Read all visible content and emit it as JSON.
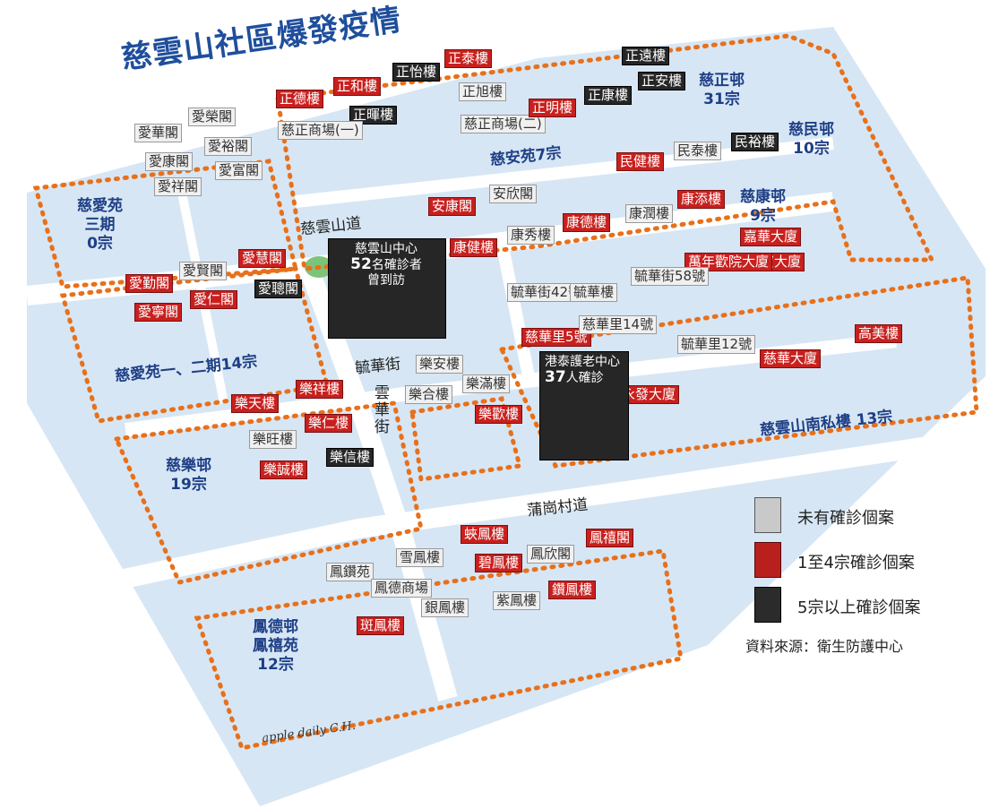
{
  "title": "慈雲山社區爆發疫情",
  "colors": {
    "ground": "#d6e6f4",
    "road": "#ffffff",
    "dot": "#e8701a",
    "grey": "#c9c9c9",
    "red": "#b8201e",
    "black": "#2b2b2b",
    "park": "#7cc47a"
  },
  "estates": [
    {
      "id": "tsz-ching",
      "lines": [
        "慈正邨",
        "31宗"
      ]
    },
    {
      "id": "tsz-man",
      "lines": [
        "慈民邨",
        "10宗"
      ]
    },
    {
      "id": "tsz-oi-3",
      "lines": [
        "慈愛苑",
        "三期",
        "0宗"
      ]
    },
    {
      "id": "tsz-oi-12",
      "lines": [
        "慈愛苑一、二期14宗"
      ]
    },
    {
      "id": "tsz-on",
      "lines": [
        "慈安苑7宗"
      ]
    },
    {
      "id": "tsz-hong",
      "lines": [
        "慈康邨",
        "9宗"
      ]
    },
    {
      "id": "tsz-lok",
      "lines": [
        "慈樂邨",
        "19宗"
      ]
    },
    {
      "id": "south-private",
      "lines": [
        "慈雲山南私樓 13宗"
      ]
    },
    {
      "id": "fung-tak",
      "lines": [
        "鳳德邨",
        "鳳禧苑",
        "12宗"
      ]
    }
  ],
  "streets": {
    "tsz_wan_shan_road": "慈雲山道",
    "yuk_wah_street": "毓華街",
    "wan_wah_street": "雲華街",
    "po_kong_village_road": "蒲崗村道"
  },
  "centers": [
    {
      "id": "tsz-wan-shan-centre",
      "line1": "慈雲山中心",
      "count": "52",
      "line2": "名確診者",
      "line3": "曾到訪"
    },
    {
      "id": "kong-tai-home",
      "line1": "港泰護老中心",
      "count": "37",
      "line2": "人確診"
    }
  ],
  "legend": [
    {
      "label": "未有確診個案",
      "color": "grey"
    },
    {
      "label": "1至4宗確診個案",
      "color": "red"
    },
    {
      "label": "5宗以上確診個案",
      "color": "black"
    }
  ],
  "source": "資料來源：衛生防護中心",
  "signature": "apple daily C.H.",
  "buildings": [
    {
      "name": "愛華閣",
      "c": "grey"
    },
    {
      "name": "愛榮閣",
      "c": "grey"
    },
    {
      "name": "愛康閣",
      "c": "grey"
    },
    {
      "name": "愛裕閣",
      "c": "grey"
    },
    {
      "name": "愛祥閣",
      "c": "grey"
    },
    {
      "name": "愛富閣",
      "c": "grey"
    },
    {
      "name": "正德樓",
      "c": "red"
    },
    {
      "name": "正和樓",
      "c": "red"
    },
    {
      "name": "正怡樓",
      "c": "black"
    },
    {
      "name": "正泰樓",
      "c": "red"
    },
    {
      "name": "正暉樓",
      "c": "black"
    },
    {
      "name": "正旭樓",
      "c": "grey"
    },
    {
      "name": "慈正商場(一)",
      "c": "grey"
    },
    {
      "name": "慈正商場(二)",
      "c": "grey"
    },
    {
      "name": "正遠樓",
      "c": "black"
    },
    {
      "name": "正康樓",
      "c": "black"
    },
    {
      "name": "正安樓",
      "c": "black"
    },
    {
      "name": "正明樓",
      "c": "red"
    },
    {
      "name": "民健樓",
      "c": "red"
    },
    {
      "name": "民泰樓",
      "c": "grey"
    },
    {
      "name": "民裕樓",
      "c": "black"
    },
    {
      "name": "安康閣",
      "c": "red"
    },
    {
      "name": "安欣閣",
      "c": "grey"
    },
    {
      "name": "康健樓",
      "c": "red"
    },
    {
      "name": "康秀樓",
      "c": "grey"
    },
    {
      "name": "康德樓",
      "c": "red"
    },
    {
      "name": "康潤樓",
      "c": "grey"
    },
    {
      "name": "康添樓",
      "c": "red"
    },
    {
      "name": "嘉華大廈",
      "c": "red"
    },
    {
      "name": "萬寶大廈",
      "c": "red"
    },
    {
      "name": "萬年歡院大廈",
      "c": "red"
    },
    {
      "name": "愛勤閣",
      "c": "red"
    },
    {
      "name": "愛賢閣",
      "c": "grey"
    },
    {
      "name": "愛慧閣",
      "c": "red"
    },
    {
      "name": "愛寧閣",
      "c": "red"
    },
    {
      "name": "愛仁閣",
      "c": "red"
    },
    {
      "name": "愛聰閣",
      "c": "black"
    },
    {
      "name": "毓華街42號",
      "c": "grey"
    },
    {
      "name": "毓華樓",
      "c": "grey"
    },
    {
      "name": "毓華街58號",
      "c": "grey"
    },
    {
      "name": "慈華里5號",
      "c": "red"
    },
    {
      "name": "慈華里14號",
      "c": "grey"
    },
    {
      "name": "毓華里12號",
      "c": "grey"
    },
    {
      "name": "慈華大廈",
      "c": "red"
    },
    {
      "name": "高美樓",
      "c": "red"
    },
    {
      "name": "永發大廈",
      "c": "red"
    },
    {
      "name": "樂安樓",
      "c": "grey"
    },
    {
      "name": "樂合樓",
      "c": "grey"
    },
    {
      "name": "樂滿樓",
      "c": "grey"
    },
    {
      "name": "樂歡樓",
      "c": "red"
    },
    {
      "name": "樂天樓",
      "c": "red"
    },
    {
      "name": "樂祥樓",
      "c": "red"
    },
    {
      "name": "樂旺樓",
      "c": "grey"
    },
    {
      "name": "樂仁樓",
      "c": "red"
    },
    {
      "name": "樂誠樓",
      "c": "red"
    },
    {
      "name": "樂信樓",
      "c": "black"
    },
    {
      "name": "鳳鑽苑",
      "c": "grey"
    },
    {
      "name": "雪鳳樓",
      "c": "grey"
    },
    {
      "name": "鳳德商場",
      "c": "grey"
    },
    {
      "name": "斑鳳樓",
      "c": "red"
    },
    {
      "name": "銀鳳樓",
      "c": "grey"
    },
    {
      "name": "碧鳳樓",
      "c": "red"
    },
    {
      "name": "鳳欣閣",
      "c": "grey"
    },
    {
      "name": "鳳禧閣",
      "c": "red"
    },
    {
      "name": "紫鳳樓",
      "c": "grey"
    },
    {
      "name": "鑽鳳樓",
      "c": "red"
    },
    {
      "name": "蛺鳳樓",
      "c": "red"
    }
  ]
}
